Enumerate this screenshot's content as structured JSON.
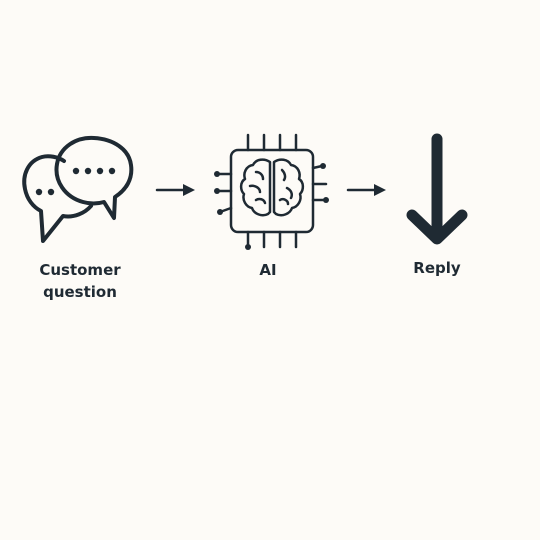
{
  "diagram": {
    "nodes": [
      {
        "id": "customer-question",
        "label": "Customer question",
        "icon": "chat-bubbles-icon"
      },
      {
        "id": "ai",
        "label": "AI",
        "icon": "ai-chip-brain-icon"
      },
      {
        "id": "reply",
        "label": "Reply",
        "icon": "arrow-down-icon"
      }
    ],
    "edges": [
      {
        "from": "customer-question",
        "to": "ai"
      },
      {
        "from": "ai",
        "to": "reply"
      }
    ],
    "colors": {
      "background": "#fdfbf7",
      "ink": "#1f2a33"
    }
  }
}
